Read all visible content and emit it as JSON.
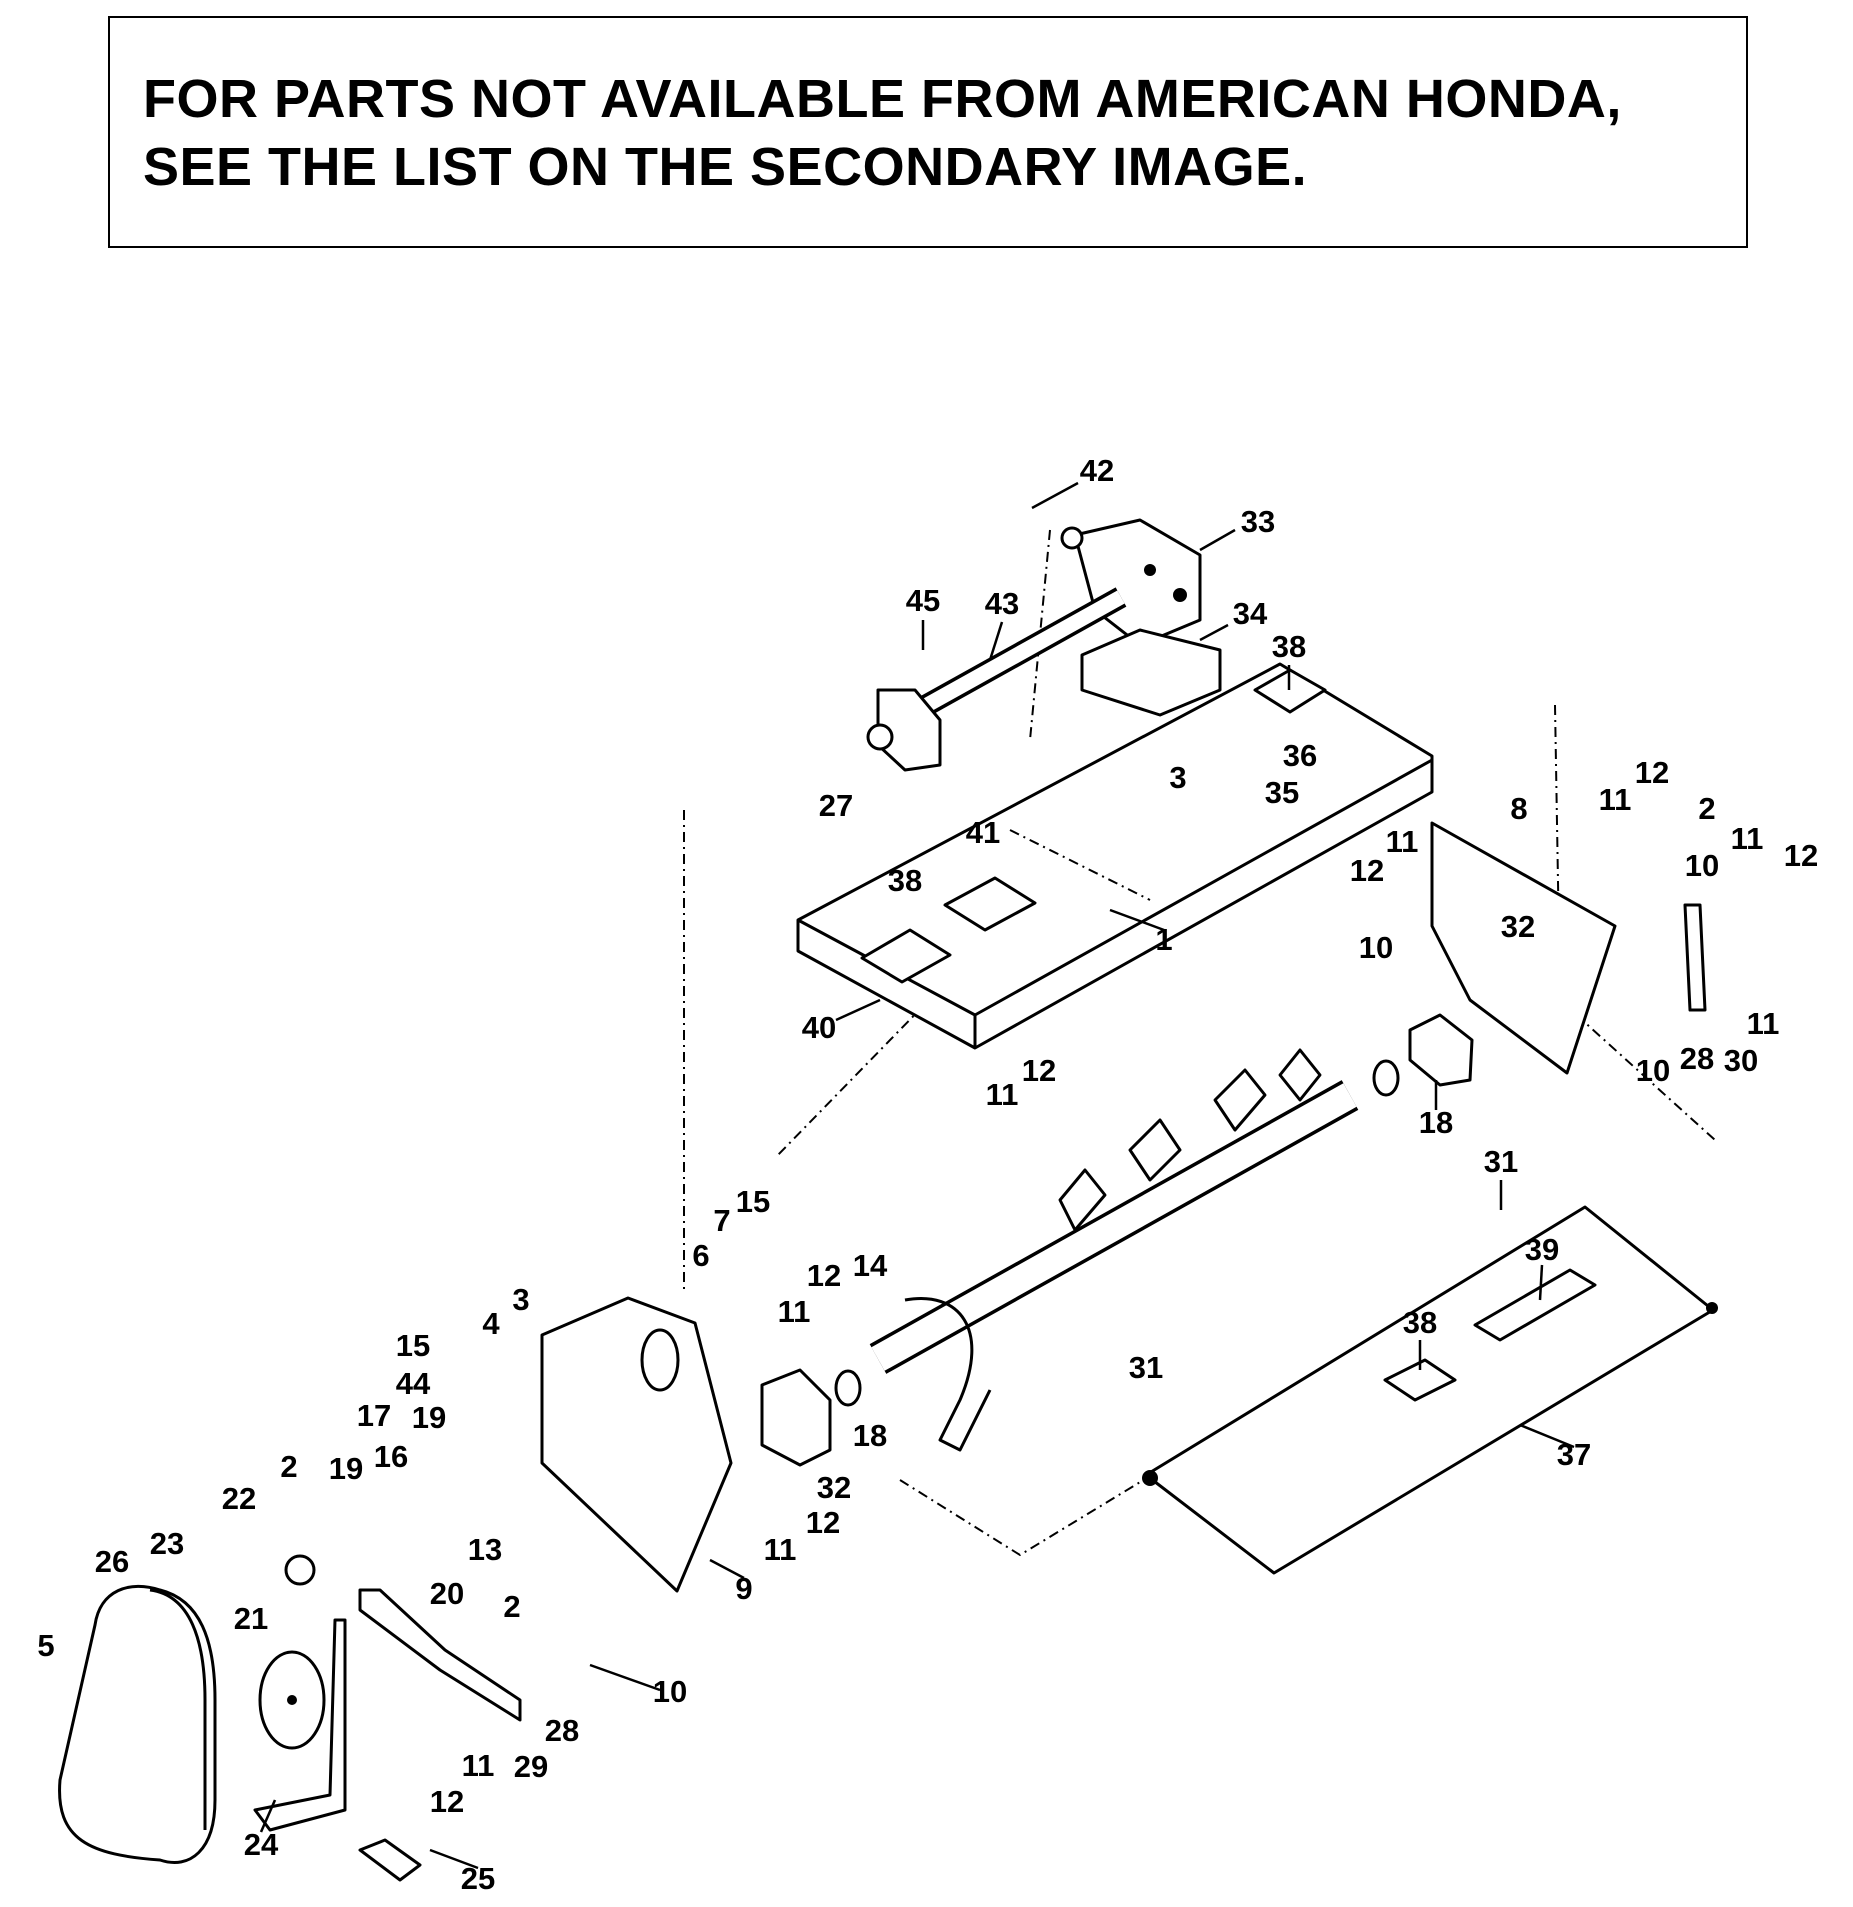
{
  "notice": {
    "line1": "FOR PARTS NOT AVAILABLE FROM AMERICAN HONDA,",
    "line2": "SEE THE LIST ON THE SECONDARY IMAGE."
  },
  "diagram": {
    "callouts": [
      "42",
      "33",
      "45",
      "43",
      "34",
      "38",
      "36",
      "35",
      "3",
      "27",
      "41",
      "38",
      "1",
      "40",
      "11",
      "12",
      "12",
      "11",
      "8",
      "11",
      "12",
      "2",
      "10",
      "11",
      "12",
      "32",
      "10",
      "10",
      "28",
      "30",
      "11",
      "18",
      "31",
      "39",
      "38",
      "31",
      "37",
      "6",
      "7",
      "15",
      "12",
      "14",
      "11",
      "4",
      "3",
      "15",
      "44",
      "17",
      "19",
      "19",
      "16",
      "2",
      "22",
      "18",
      "32",
      "12",
      "11",
      "13",
      "20",
      "9",
      "2",
      "23",
      "26",
      "21",
      "5",
      "10",
      "28",
      "29",
      "11",
      "12",
      "24",
      "25"
    ]
  }
}
